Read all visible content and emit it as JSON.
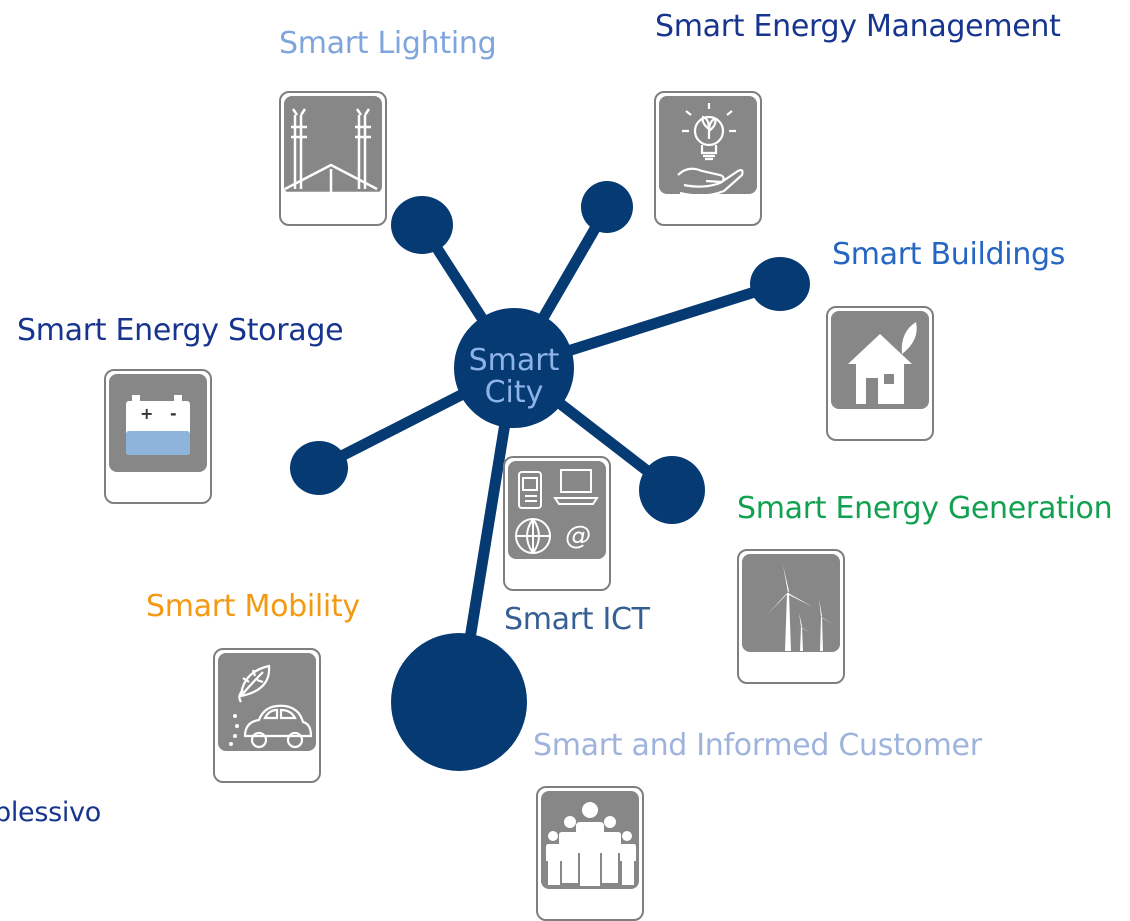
{
  "hub": {
    "line1": "Smart",
    "line2": "City"
  },
  "labels": {
    "lighting": "Smart Lighting",
    "energy_management": "Smart Energy Management",
    "buildings": "Smart Buildings",
    "energy_storage": "Smart Energy Storage",
    "energy_generation": "Smart Energy Generation",
    "mobility": "Smart Mobility",
    "ict": "Smart ICT",
    "customer": "Smart and Informed Customer",
    "cut_text": "plessivo"
  },
  "battery": {
    "plus": "+",
    "minus": "-"
  },
  "ict_icon": {
    "at": "@"
  },
  "colors": {
    "hub": "#053a73",
    "hub_text": "#8eb3e6",
    "lighting": "#7fa6dc",
    "energy_management": "#17358e",
    "buildings": "#2566c2",
    "energy_storage": "#17358e",
    "energy_generation": "#12a150",
    "mobility": "#f39a12",
    "ict": "#365f93",
    "customer": "#9fb4dc",
    "cut_text": "#17358e",
    "icon_bg": "#878787",
    "icon_border": "#7f7f7f",
    "battery_fill": "#8fb4dc"
  },
  "icons": [
    "street-light-icon",
    "lightbulb-hand-icon",
    "eco-house-icon",
    "battery-icon",
    "devices-icon",
    "wind-turbine-icon",
    "eco-car-icon",
    "people-group-icon"
  ]
}
